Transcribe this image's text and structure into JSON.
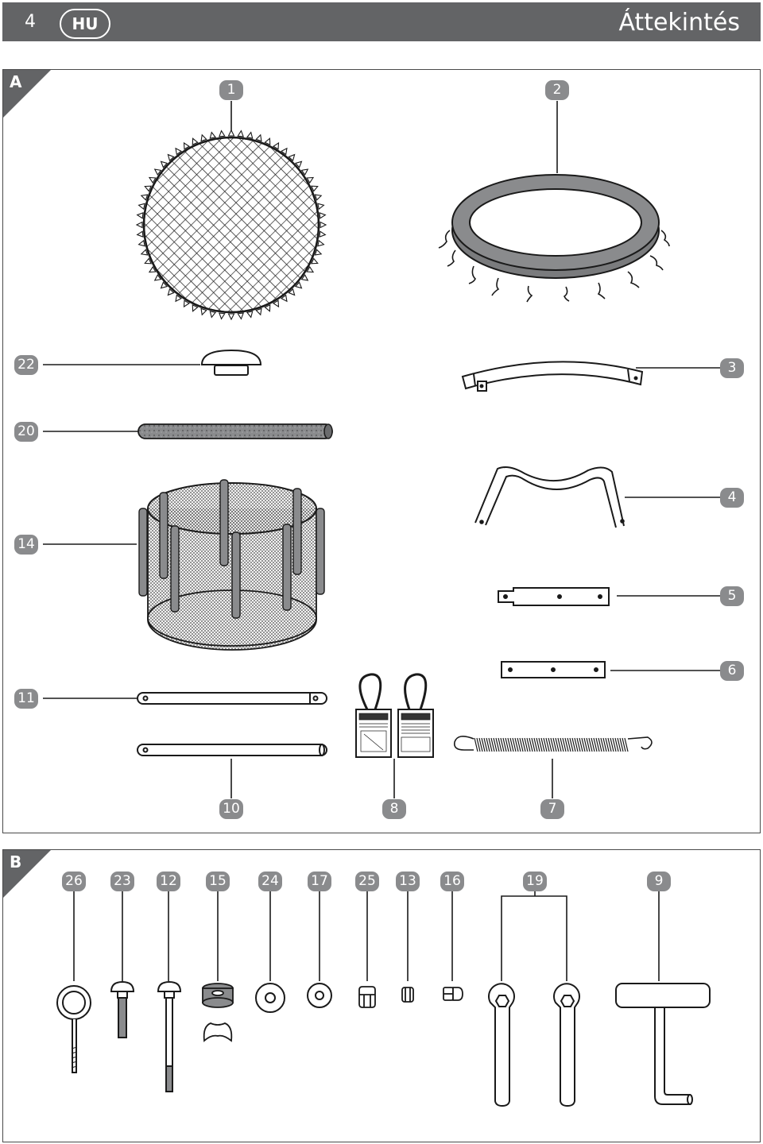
{
  "header": {
    "page_number": "4",
    "language": "HU",
    "title": "Áttekintés"
  },
  "section_a": {
    "label": "A",
    "parts": [
      "1",
      "2",
      "22",
      "3",
      "20",
      "4",
      "14",
      "5",
      "11",
      "6",
      "10",
      "8",
      "7"
    ]
  },
  "section_b": {
    "label": "B",
    "parts": [
      "26",
      "23",
      "12",
      "15",
      "24",
      "17",
      "25",
      "13",
      "16",
      "19",
      "9"
    ]
  },
  "colors": {
    "header_bg": "#636466",
    "badge_bg": "#8a8b8d",
    "line": "#1a1a1a",
    "frame_pad": "#7a7b7d"
  }
}
